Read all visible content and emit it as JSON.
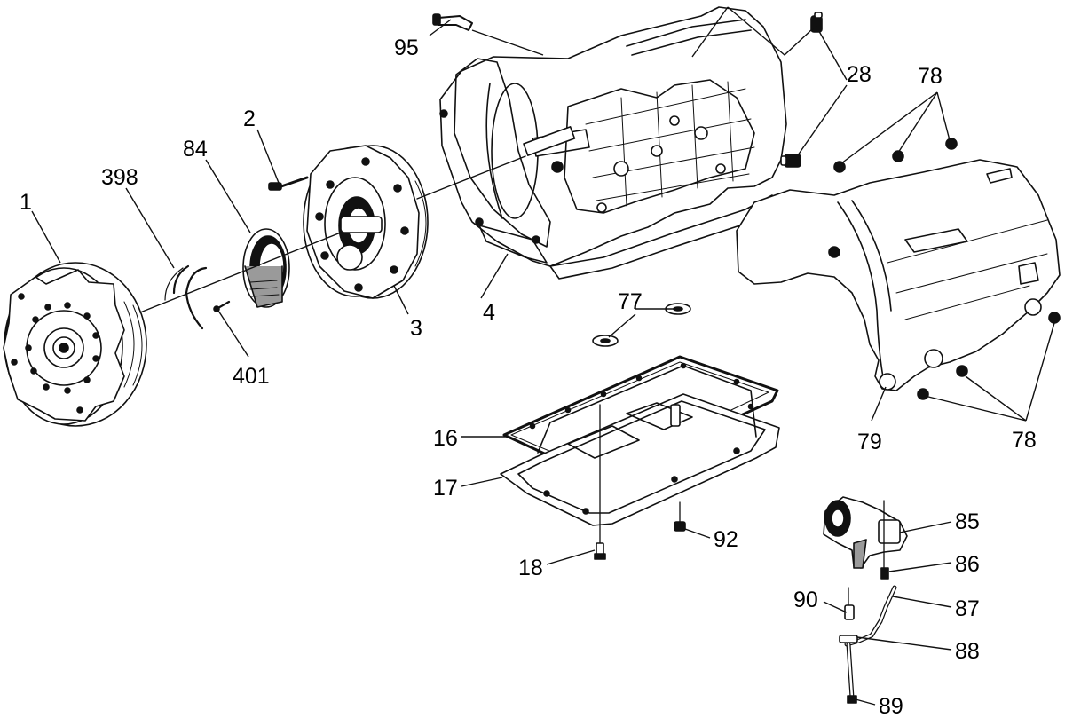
{
  "diagram": {
    "callouts": [
      {
        "id": "c1",
        "label": "1"
      },
      {
        "id": "c398",
        "label": "398"
      },
      {
        "id": "c84",
        "label": "84"
      },
      {
        "id": "c2",
        "label": "2"
      },
      {
        "id": "c401",
        "label": "401"
      },
      {
        "id": "c3",
        "label": "3"
      },
      {
        "id": "c95",
        "label": "95"
      },
      {
        "id": "c4",
        "label": "4"
      },
      {
        "id": "c28",
        "label": "28"
      },
      {
        "id": "c78a",
        "label": "78"
      },
      {
        "id": "c77",
        "label": "77"
      },
      {
        "id": "c16",
        "label": "16"
      },
      {
        "id": "c17",
        "label": "17"
      },
      {
        "id": "c18",
        "label": "18"
      },
      {
        "id": "c92",
        "label": "92"
      },
      {
        "id": "c79",
        "label": "79"
      },
      {
        "id": "c78b",
        "label": "78"
      },
      {
        "id": "c85",
        "label": "85"
      },
      {
        "id": "c86",
        "label": "86"
      },
      {
        "id": "c90",
        "label": "90"
      },
      {
        "id": "c87",
        "label": "87"
      },
      {
        "id": "c88",
        "label": "88"
      },
      {
        "id": "c89",
        "label": "89"
      }
    ]
  }
}
